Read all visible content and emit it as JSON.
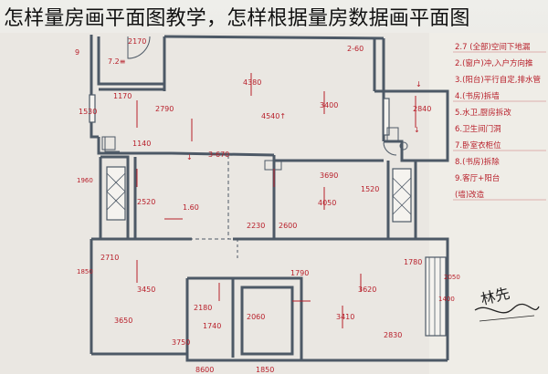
{
  "headline": "怎样量房画平面图教学，怎样根据量房数据画平面图",
  "colors": {
    "wall": "#4d5966",
    "ink_red": "#b8202b",
    "ink_dark": "#222222",
    "paper": "#ece9e4"
  },
  "notes": [
    "2.7 (全部)空间下地漏",
    "2.(窗户)冲,入户方向推",
    "3.(阳台)平行自定,排水管",
    "4.(书房)拆墙",
    "5.水卫,厨房拆改",
    "6.卫生间门洞",
    "7.卧室衣柜位",
    "8.(书房)拆除",
    "9.客厅+阳台",
    "(墙)改造"
  ],
  "signature": "林先"
}
